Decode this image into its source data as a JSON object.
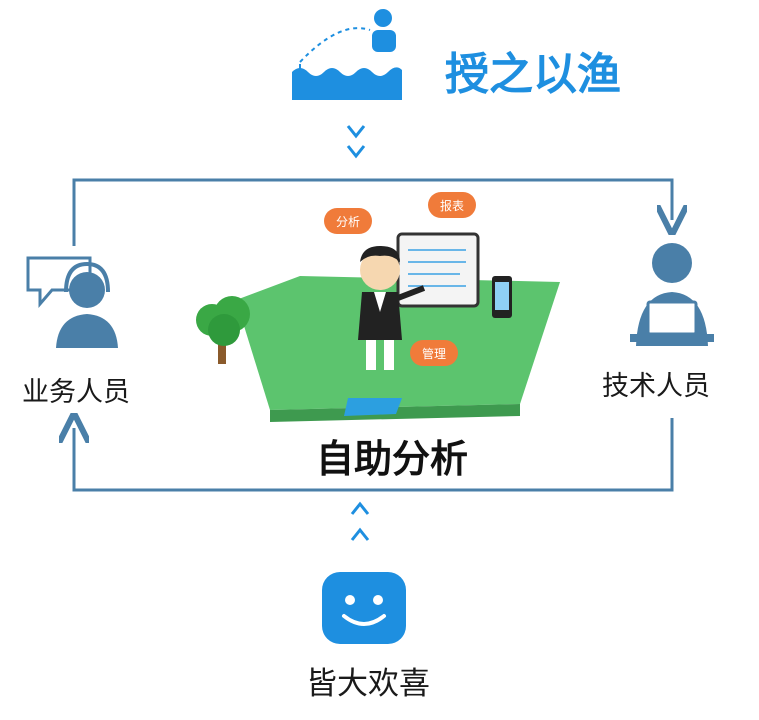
{
  "top": {
    "title": "授之以渔",
    "icon": "fishing-icon"
  },
  "left": {
    "label": "业务人员",
    "icon": "customer-service-icon"
  },
  "right": {
    "label": "技术人员",
    "icon": "developer-icon"
  },
  "center": {
    "label": "自助分析",
    "illustration": "self-service-analysis-illustration",
    "bubbles": [
      "分析",
      "报表",
      "管理"
    ]
  },
  "bottom": {
    "label": "皆大欢喜",
    "icon": "smiley-icon"
  },
  "colors": {
    "accent": "#1e8fe0",
    "flow_line": "#4a7fa8",
    "bubble": "#f07b3a",
    "platform": "#5cc46e",
    "tree": "#3aa845"
  }
}
